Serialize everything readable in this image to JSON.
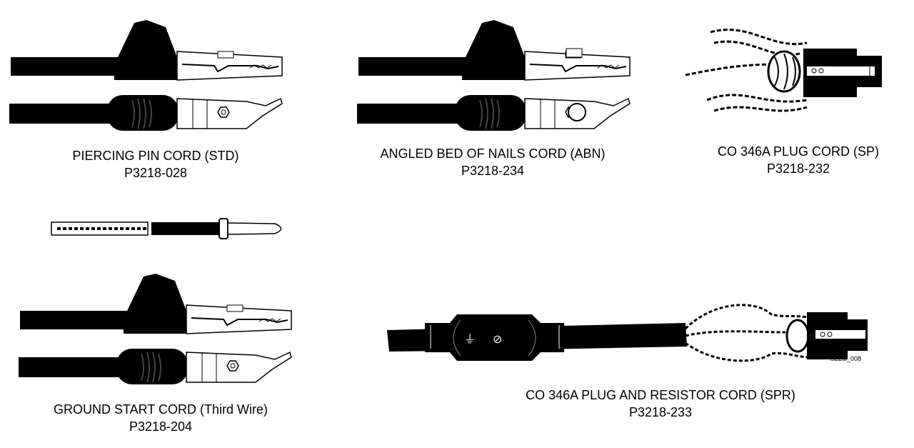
{
  "cords": [
    {
      "name": "PIERCING PIN CORD (STD)",
      "part": "P3218-028"
    },
    {
      "name": "ANGLED BED OF NAILS CORD (ABN)",
      "part": "P3218-234"
    },
    {
      "name": "CO 346A PLUG CORD (SP)",
      "part": "P3218-232"
    },
    {
      "name": "GROUND START CORD (Third Wire)",
      "part": "P3218-204"
    },
    {
      "name": "CO 346A PLUG AND RESISTOR CORD (SPR)",
      "part": "P3218-233"
    }
  ],
  "figure_id": "ts22al_008"
}
